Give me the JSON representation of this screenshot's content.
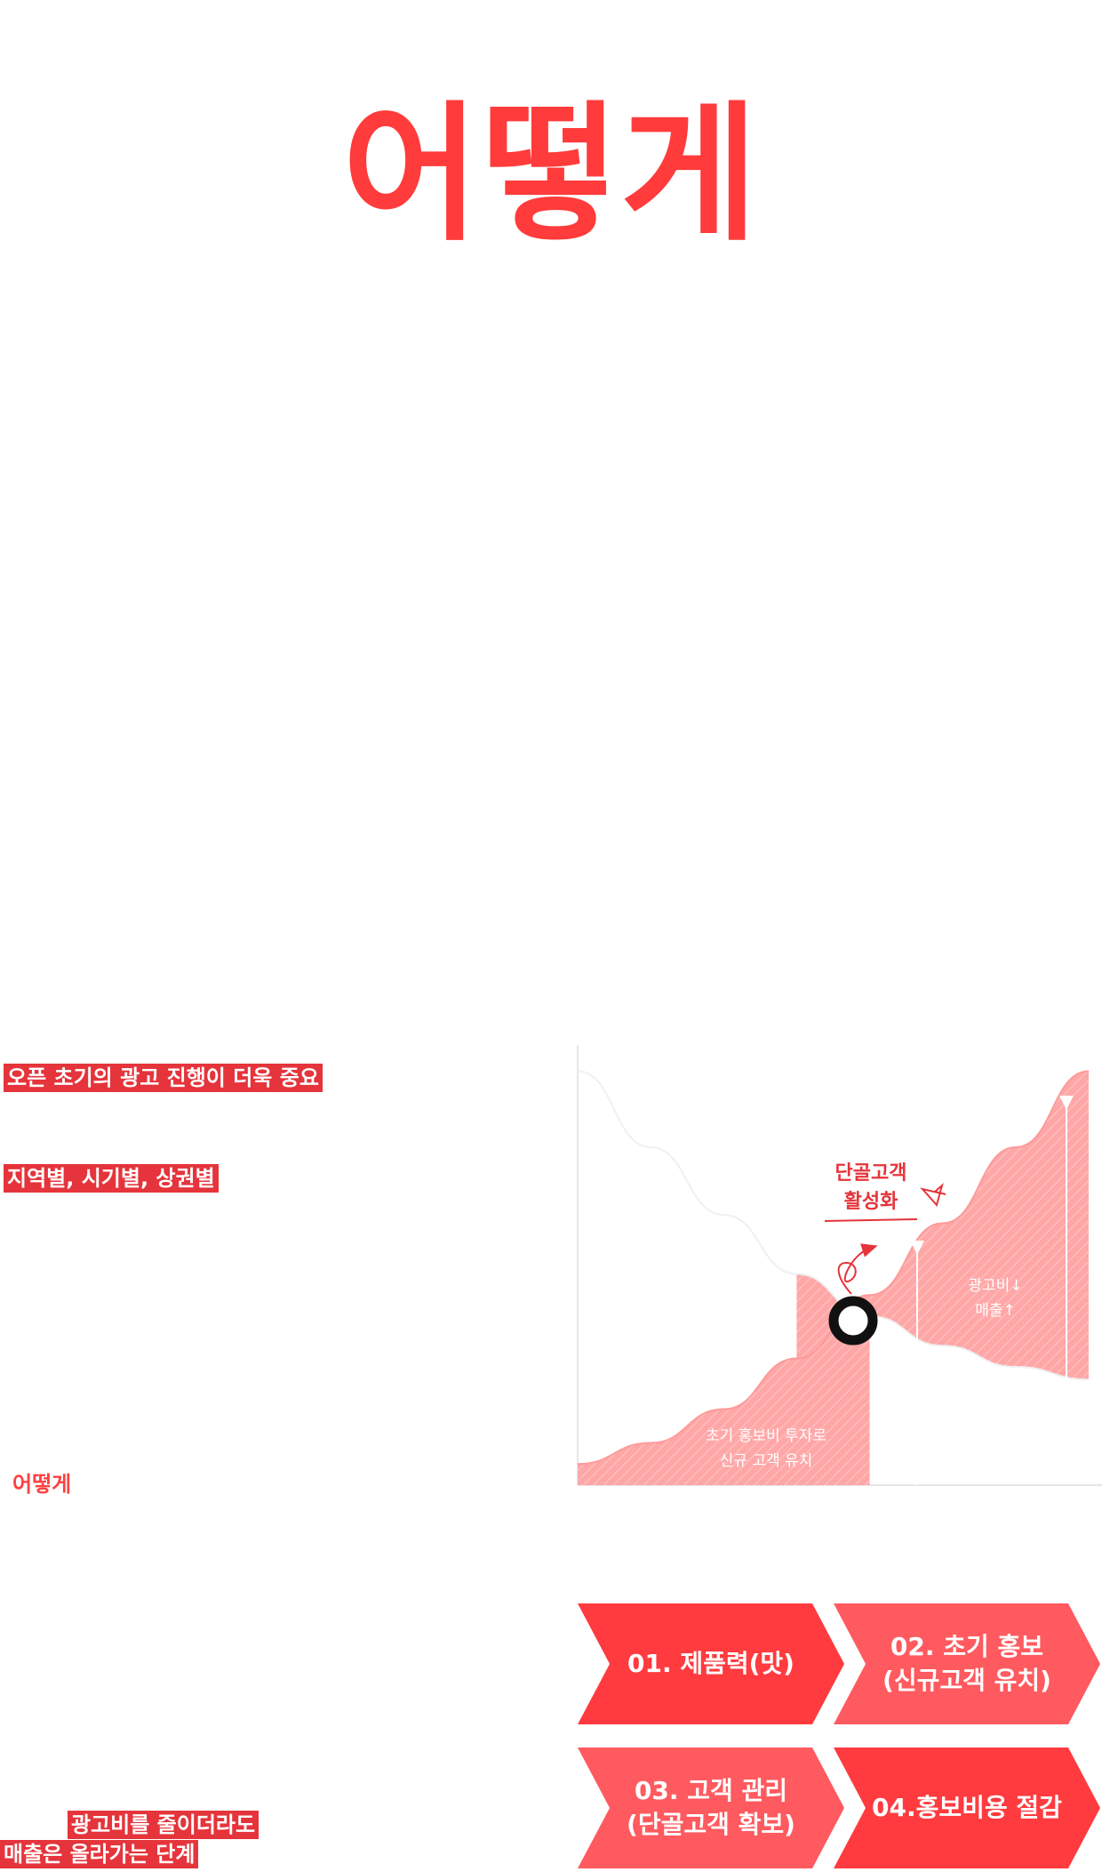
{
  "hero": {
    "title": "어떻게"
  },
  "left": {
    "tag1": "오픈 초기의 광고 진행이 더욱 중요",
    "tag2": "지역별, 시기별, 상권별",
    "label_red": "어떻게",
    "tag3_line1": "광고비를 줄이더라도",
    "tag3_line2": "매출은 올라가는 단계"
  },
  "chart_data": {
    "type": "area",
    "title": "",
    "xlabel": "",
    "ylabel": "",
    "series": [
      {
        "name": "",
        "values": [
          5,
          10,
          18,
          30,
          45,
          62,
          80,
          98
        ]
      },
      {
        "name": "",
        "values": [
          98,
          80,
          64,
          50,
          40,
          33,
          28,
          25
        ]
      }
    ],
    "x": [
      0,
      1,
      2,
      3,
      4,
      5,
      6,
      7
    ],
    "annotations": {
      "peak_top": "단골고객",
      "peak_bottom": "활성화",
      "right_top": "광고비↓",
      "right_bottom": "매출↑",
      "left_top": "초기 홍보비 투자로",
      "left_bottom": "신규 고객 유치"
    },
    "colors": {
      "fill": "#ffa6a6",
      "accent": "#e5343b",
      "curve": "#f0f0f0"
    }
  },
  "steps": [
    {
      "line1": "01. 제품력(맛)",
      "line2": ""
    },
    {
      "line1": "02. 초기 홍보",
      "line2": "(신규고객 유치)"
    },
    {
      "line1": "03. 고객 관리",
      "line2": "(단골고객 확보)"
    },
    {
      "line1": "04.홍보비용 절감",
      "line2": ""
    }
  ],
  "colors": {
    "accent": "#ff3b3b",
    "tag_bg": "#e5343b",
    "step_a": "#ff3b3f",
    "step_b": "#ff5a5f"
  }
}
